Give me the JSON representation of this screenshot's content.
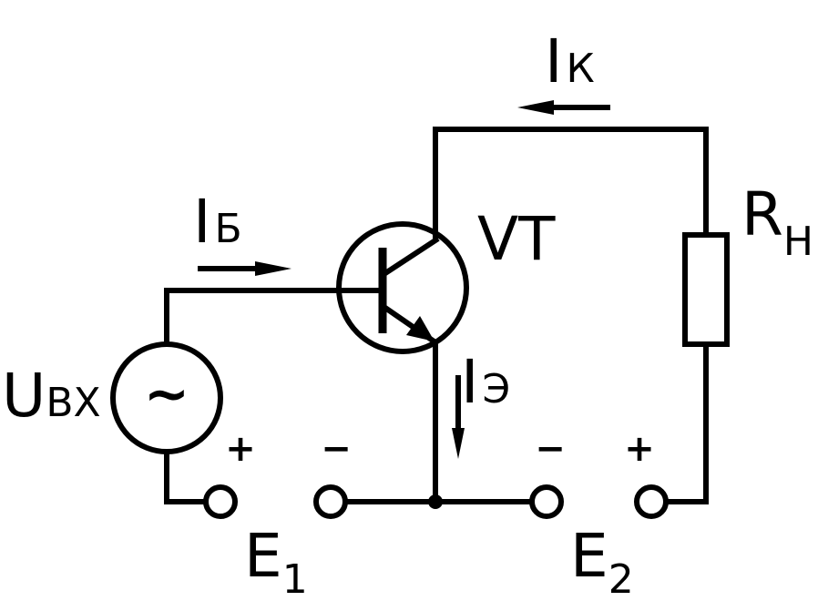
{
  "labels": {
    "input_voltage": {
      "main": "U",
      "sub": "ВХ"
    },
    "base_current": {
      "main": "I",
      "sub": "Б"
    },
    "collector_current": {
      "main": "I",
      "sub": "К"
    },
    "emitter_current": {
      "main": "I",
      "sub": "Э"
    },
    "transistor": "VT",
    "load_resistor": {
      "main": "R",
      "sub": "Н"
    },
    "source_e1": {
      "main": "E",
      "sub": "1"
    },
    "source_e2": {
      "main": "E",
      "sub": "2"
    },
    "source_symbol": "~"
  },
  "polarity": {
    "e1_left": "+",
    "e1_right": "−",
    "e2_left": "−",
    "e2_right": "+"
  }
}
